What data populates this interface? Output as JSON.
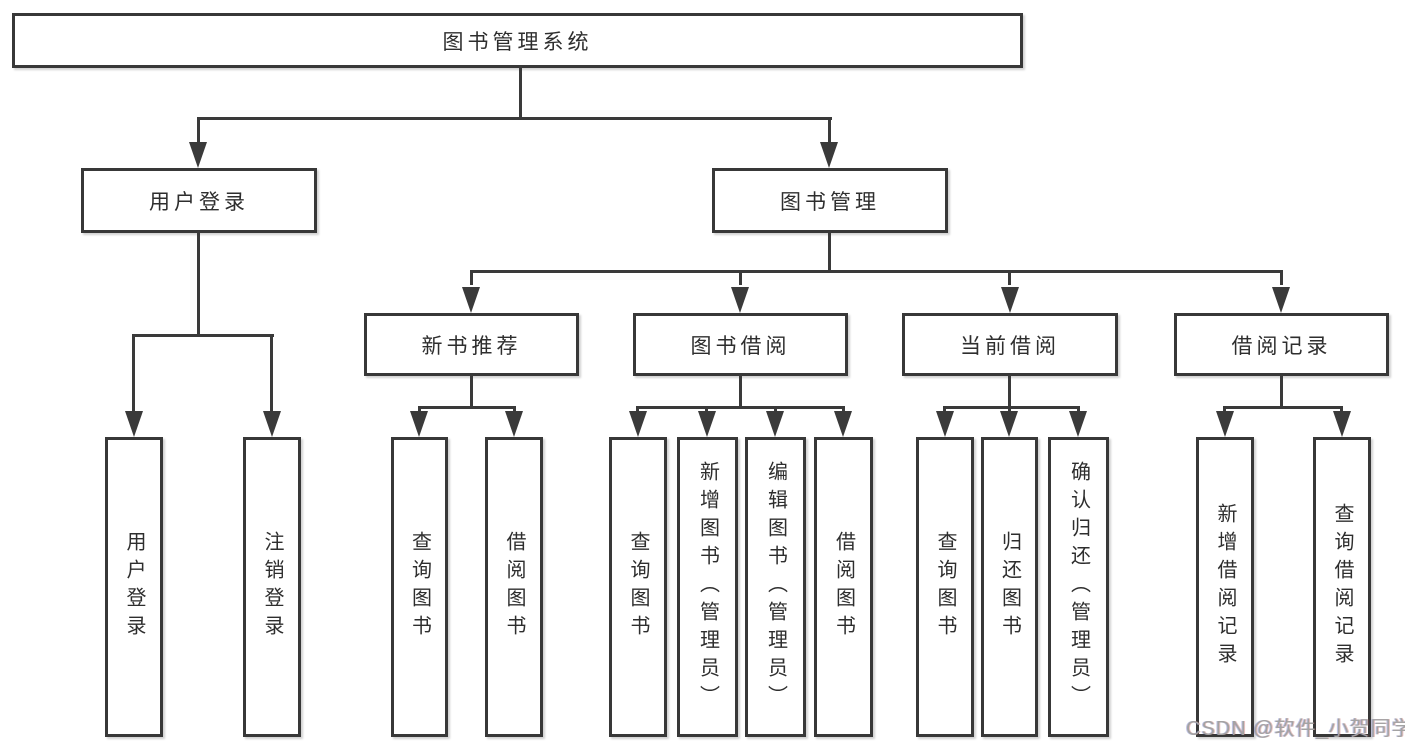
{
  "diagram": {
    "root": {
      "label": "图书管理系统"
    },
    "level2": [
      {
        "label": "用户登录"
      },
      {
        "label": "图书管理"
      }
    ],
    "level3": [
      {
        "label": "新书推荐",
        "parent": "图书管理"
      },
      {
        "label": "图书借阅",
        "parent": "图书管理"
      },
      {
        "label": "当前借阅",
        "parent": "图书管理"
      },
      {
        "label": "借阅记录",
        "parent": "图书管理"
      }
    ],
    "leaves": [
      {
        "label": "用户登录",
        "parent": "用户登录"
      },
      {
        "label": "注销登录",
        "parent": "用户登录"
      },
      {
        "label": "查询图书",
        "parent": "新书推荐"
      },
      {
        "label": "借阅图书",
        "parent": "新书推荐"
      },
      {
        "label": "查询图书",
        "parent": "图书借阅"
      },
      {
        "label": "新增图书（管理员）",
        "parent": "图书借阅"
      },
      {
        "label": "编辑图书（管理员）",
        "parent": "图书借阅"
      },
      {
        "label": "借阅图书",
        "parent": "图书借阅"
      },
      {
        "label": "查询图书",
        "parent": "当前借阅"
      },
      {
        "label": "归还图书",
        "parent": "当前借阅"
      },
      {
        "label": "确认归还（管理员）",
        "parent": "当前借阅"
      },
      {
        "label": "新增借阅记录",
        "parent": "借阅记录"
      },
      {
        "label": "查询借阅记录",
        "parent": "借阅记录"
      }
    ],
    "watermark": "CSDN @软件_小贺同学",
    "colors": {
      "line": "#3a3a3a",
      "border": "#383838",
      "text": "#2e2e2e",
      "watermark": "#a3a3a3",
      "background": "#ffffff"
    }
  }
}
